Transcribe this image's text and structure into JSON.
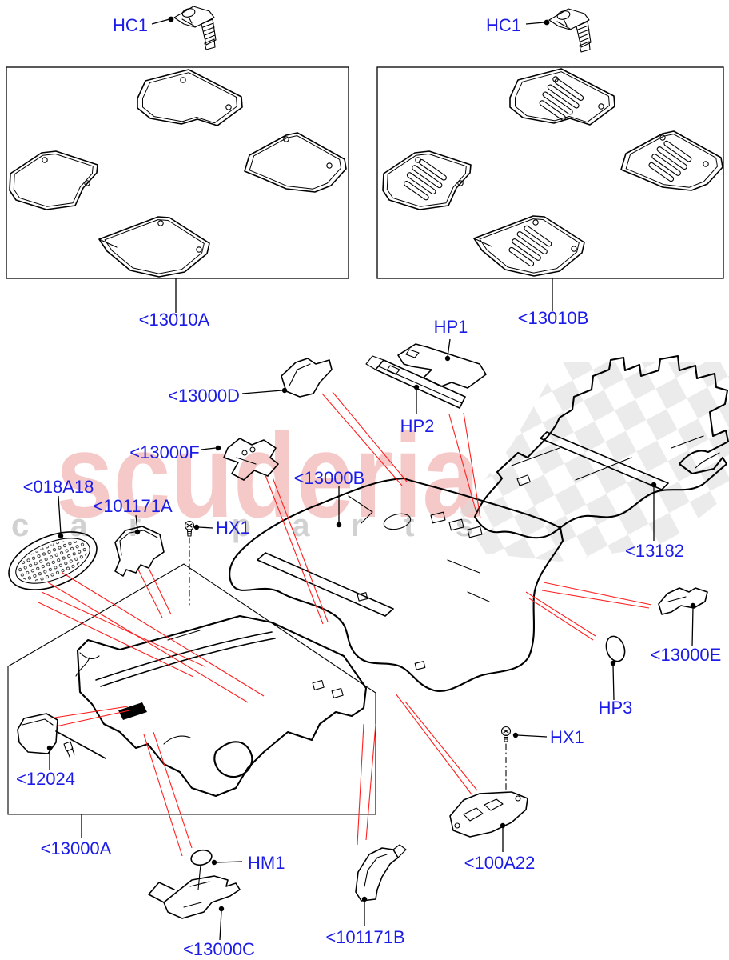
{
  "diagram": {
    "title_hint": "floor mats and carpet parts diagram",
    "watermark": {
      "brand": "scuderia",
      "subtitle": "car parts"
    },
    "labels": {
      "hc1_left": "HC1",
      "hc1_right": "HC1",
      "kit_a": "<13010A",
      "kit_b": "<13010B",
      "hp1": "HP1",
      "hp2": "HP2",
      "hp3": "HP3",
      "hm1": "HM1",
      "hx1_a": "HX1",
      "hx1_b": "HX1",
      "p13000d": "<13000D",
      "p13000f": "<13000F",
      "p13000b": "<13000B",
      "p13182": "<13182",
      "p018a18": "<018A18",
      "p101171a": "<101171A",
      "p13000e": "<13000E",
      "p12024": "<12024",
      "p13000a": "<13000A",
      "p13000c": "<13000C",
      "p101171b": "<101171B",
      "p100a22": "<100A22"
    },
    "colors": {
      "label_blue": "#1c1ce8",
      "line_black": "#000000",
      "leader_red": "#ff1f1f",
      "watermark_pink": "#f4bcbc",
      "watermark_gray": "#c9c9c9",
      "checker_gray": "#dadada",
      "background": "#ffffff"
    }
  }
}
